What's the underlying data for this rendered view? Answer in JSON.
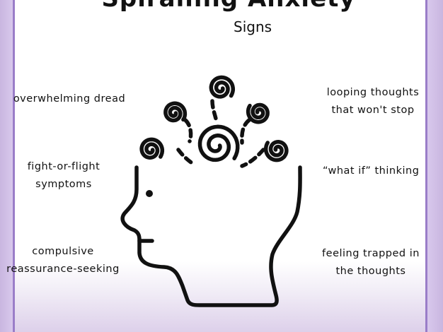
{
  "title": "Spiralling Anxiety",
  "subtitle": "Signs",
  "signs": {
    "left": [
      {
        "line1": "overwhelming dread",
        "line2": ""
      },
      {
        "line1": "fight-or-flight",
        "line2": "symptoms"
      },
      {
        "line1": "compulsive",
        "line2": "reassurance-seeking"
      }
    ],
    "right": [
      {
        "line1": "looping thoughts",
        "line2": "that won't stop"
      },
      {
        "line1": "“what if”  thinking",
        "line2": ""
      },
      {
        "line1": "feeling trapped in",
        "line2": "the thoughts"
      }
    ]
  },
  "colors": {
    "frame": "#9a7dc8",
    "background": "#d8c8ec",
    "ink": "#111111"
  },
  "illustration": "head-with-spirals-icon"
}
